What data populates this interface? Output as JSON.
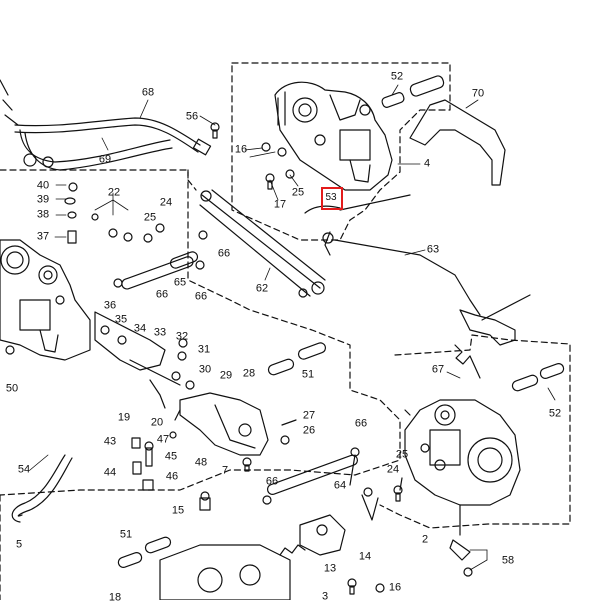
{
  "diagram": {
    "highlight_color": "#e31b1b",
    "highlighted_part": "53",
    "labels": {
      "p68": "68",
      "p69": "69",
      "p56": "56",
      "p16": "16",
      "p52a": "52",
      "p70": "70",
      "p4": "4",
      "p25a": "25",
      "p17": "17",
      "p53": "53",
      "p40": "40",
      "p39": "39",
      "p38": "38",
      "p37": "37",
      "p22": "22",
      "p25b": "25",
      "p24a": "24",
      "p63": "63",
      "p66a": "66",
      "p66b": "66",
      "p66c": "66",
      "p65": "65",
      "p62": "62",
      "p36": "36",
      "p35": "35",
      "p34": "34",
      "p33": "33",
      "p32": "32",
      "p31": "31",
      "p30": "30",
      "p29": "29",
      "p28": "28",
      "p51a": "51",
      "p67": "67",
      "p52b": "52",
      "p50": "50",
      "p19": "19",
      "p20": "20",
      "p43": "43",
      "p47": "47",
      "p45": "45",
      "p44": "44",
      "p46": "46",
      "p48": "48",
      "p7": "7",
      "p27": "27",
      "p26": "26",
      "p66d": "66",
      "p25c": "25",
      "p24b": "24",
      "p54": "54",
      "p5": "5",
      "p15": "15",
      "p66e": "66",
      "p64": "64",
      "p51b": "51",
      "p13": "13",
      "p14": "14",
      "p58": "58",
      "p2": "2",
      "p16b": "16",
      "p18": "18",
      "p3": "3"
    }
  }
}
